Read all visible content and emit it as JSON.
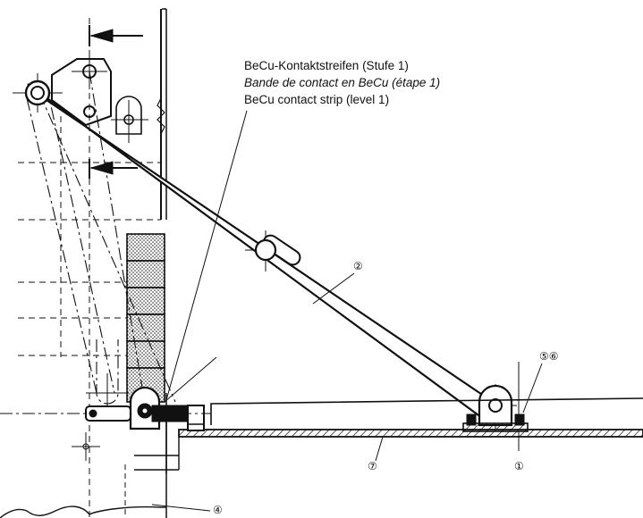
{
  "diagram": {
    "caption": {
      "de": "BeCu-Kontaktstreifen (Stufe 1)",
      "fr": "Bande de contact en BeCu (étape 1)",
      "en": "BeCu contact strip (level 1)"
    },
    "part_labels": {
      "p2": "②",
      "p56": "⑤⑥",
      "p7": "⑦",
      "p1": "①",
      "p4": "④"
    }
  }
}
